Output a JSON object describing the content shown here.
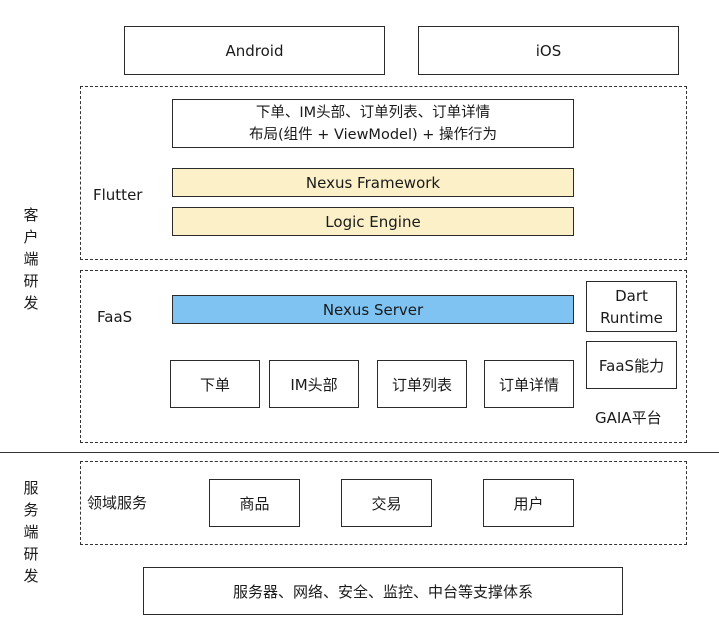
{
  "platforms": {
    "android": "Android",
    "ios": "iOS"
  },
  "client": {
    "side_label": "客户端研发",
    "flutter": {
      "label": "Flutter",
      "top_box_line1": "下单、IM头部、订单列表、订单详情",
      "top_box_line2": "布局(组件 + ViewModel) + 操作行为",
      "framework": "Nexus Framework",
      "engine": "Logic Engine"
    },
    "faas": {
      "label": "FaaS",
      "server": "Nexus Server",
      "dart_line1": "Dart",
      "dart_line2": "Runtime",
      "faas_ability": "FaaS能力",
      "functions": [
        "下单",
        "IM头部",
        "订单列表",
        "订单详情"
      ],
      "platform_label": "GAIA平台"
    }
  },
  "server": {
    "side_label": "服务端研发",
    "domain_label": "领域服务",
    "domains": [
      "商品",
      "交易",
      "用户"
    ],
    "infra": "服务器、网络、安全、监控、中台等支撑体系"
  }
}
